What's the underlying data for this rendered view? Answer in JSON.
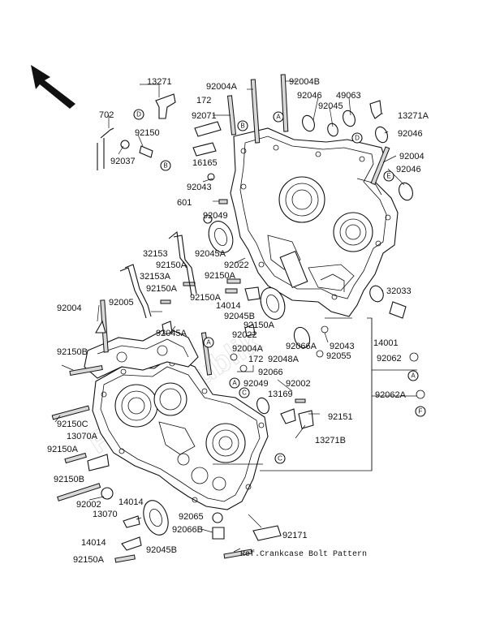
{
  "diagram": {
    "labels": {
      "p13271": "13271",
      "p702": "702",
      "p92150_top": "92150",
      "p92037": "92037",
      "p92004A_top": "92004A",
      "p172_top": "172",
      "p92071": "92071",
      "p16165": "16165",
      "p92043_left": "92043",
      "p601": "601",
      "p92049_top": "92049",
      "p92004B": "92004B",
      "p92046_a": "92046",
      "p92045_top": "92045",
      "p49063": "49063",
      "p13271A": "13271A",
      "p92046_b": "92046",
      "p92004_right": "92004",
      "p92046_c": "92046",
      "p32153": "32153",
      "p92150A_1": "92150A",
      "p32153A": "32153A",
      "p92150A_2": "92150A",
      "p92045A_mid": "92045A",
      "p92022_top": "92022",
      "p92150A_3": "92150A",
      "p92150A_4": "92150A",
      "p14014_mid": "14014",
      "p92045B_mid": "92045B",
      "p92150A_5": "92150A",
      "p92022_mid": "92022",
      "p92004A_mid": "92004A",
      "p172_mid": "172",
      "p92048A": "92048A",
      "p92066A": "92066A",
      "p92055": "92055",
      "p92043_right": "92043",
      "p14001": "14001",
      "p32033": "32033",
      "p92062": "92062",
      "p92062A": "92062A",
      "p92004_left": "92004",
      "p92005": "92005",
      "p92045A_left": "92045A",
      "p92150B_top": "92150B",
      "p92066": "92066",
      "p92049_mid": "92049",
      "p92002_mid": "92002",
      "p13169": "13169",
      "p92151": "92151",
      "p13271B": "13271B",
      "p92150C": "92150C",
      "p13070A": "13070A",
      "p92150A_6": "92150A",
      "p92150B_bot": "92150B",
      "p13070": "13070",
      "p14014_bot": "14014",
      "p92002_bot": "92002",
      "p92065": "92065",
      "p92066B": "92066B",
      "p92171": "92171",
      "p14014_low": "14014",
      "p92045B_bot": "92045B",
      "p92150A_7": "92150A",
      "ref_note": "Ref.Crankcase Bolt Pattern"
    },
    "callouts": {
      "A": "A",
      "B": "B",
      "C": "C",
      "D": "D",
      "E": "E",
      "F": "F"
    },
    "watermark": "Partsrepublik"
  }
}
